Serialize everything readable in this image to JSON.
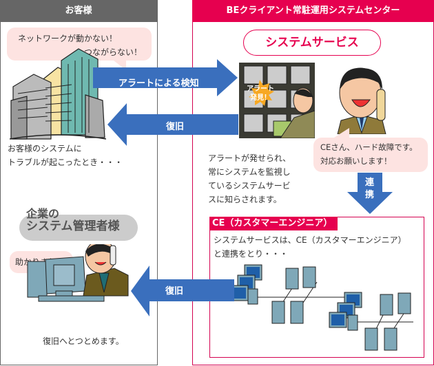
{
  "left": {
    "header": "お客様",
    "bubble_lines": [
      "ネットワークが動かない！",
      "つながらない！"
    ],
    "caption_lines": [
      "お客様のシステムに",
      "トラブルが起こったとき・・・"
    ],
    "admin_title_lines": [
      "企業の",
      "システム管理者様"
    ],
    "thanks_bubble": "助かりました！",
    "bottom_caption": "復旧へとつとめます。"
  },
  "right": {
    "header": "BEクライアント常駐運用システムセンター",
    "service_title": "システムサービス",
    "alert_burst": [
      "アラート",
      "発見！"
    ],
    "monitor_caption_lines": [
      "アラートが発せられ、",
      "常にシステムを監視し",
      "ているシステムサービ",
      "スに知らされます。"
    ],
    "ce_bubble_lines": [
      "CEさん、ハード故障です。",
      "対応お願いします！"
    ],
    "ce_box": {
      "label": "CE（カスタマーエンジニア）",
      "text_lines": [
        "システムサービスは、CE（カスタマーエンジニア）",
        "と連携をとり・・・"
      ]
    }
  },
  "arrows": {
    "alert_detection": "アラートによる検知",
    "recovery_top": "復旧",
    "cooperation": [
      "連",
      "携"
    ],
    "recovery_bottom": "復旧"
  },
  "colors": {
    "left_header": "#666666",
    "right_header": "#e6004f",
    "arrow": "#3a6fbd",
    "bubble": "#fde3e1"
  }
}
